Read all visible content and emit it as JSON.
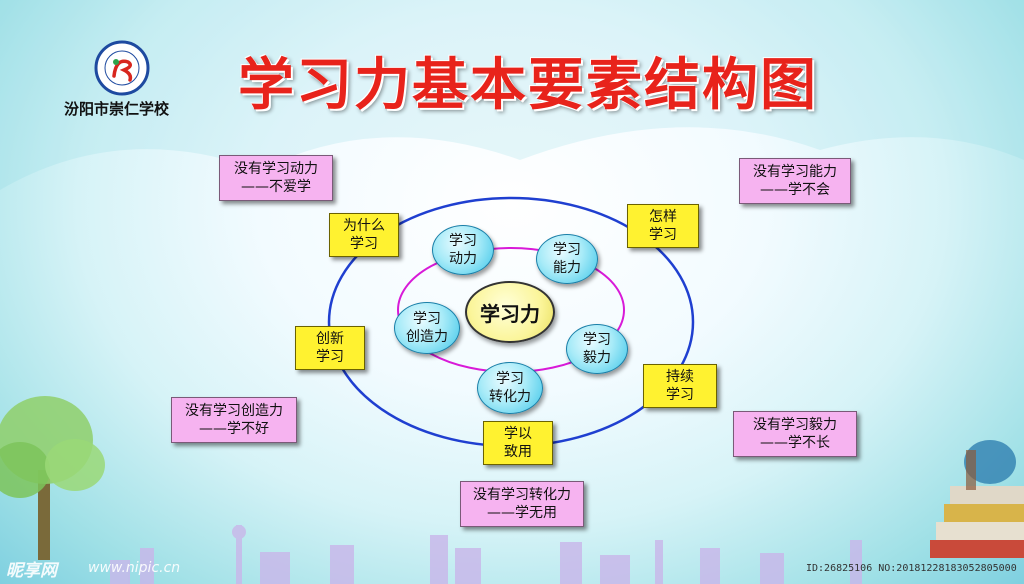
{
  "title": "学习力基本要素结构图",
  "school": "汾阳市崇仁学校",
  "center": "学习力",
  "inner_nodes": [
    {
      "line1": "学习",
      "line2": "动力"
    },
    {
      "line1": "学习",
      "line2": "能力"
    },
    {
      "line1": "学习",
      "line2": "毅力"
    },
    {
      "line1": "学习",
      "line2": "转化力"
    },
    {
      "line1": "学习",
      "line2": "创造力"
    }
  ],
  "yellow_labels": [
    {
      "line1": "为什么",
      "line2": "学习"
    },
    {
      "line1": "怎样",
      "line2": "学习"
    },
    {
      "line1": "持续",
      "line2": "学习"
    },
    {
      "line1": "学以",
      "line2": "致用"
    },
    {
      "line1": "创新",
      "line2": "学习"
    }
  ],
  "pink_notes": [
    {
      "line1": "没有学习动力",
      "line2": "——不爱学"
    },
    {
      "line1": "没有学习能力",
      "line2": "——学不会"
    },
    {
      "line1": "没有学习毅力",
      "line2": "——学不长"
    },
    {
      "line1": "没有学习转化力",
      "line2": "——学无用"
    },
    {
      "line1": "没有学习创造力",
      "line2": "——学不好"
    }
  ],
  "watermark": {
    "brand": "昵享网",
    "url": "www.nipic.cn",
    "id": "ID:26825106 NO:20181228183052805000"
  },
  "colors": {
    "title": "#e8231b",
    "outer_ring": "#1f3fd0",
    "inner_ring": "#d81ad8",
    "pink_box": "#f6b3f0",
    "yellow_box": "#fff230",
    "bubble": "#3dc5e8",
    "core": "#fbf59a"
  }
}
